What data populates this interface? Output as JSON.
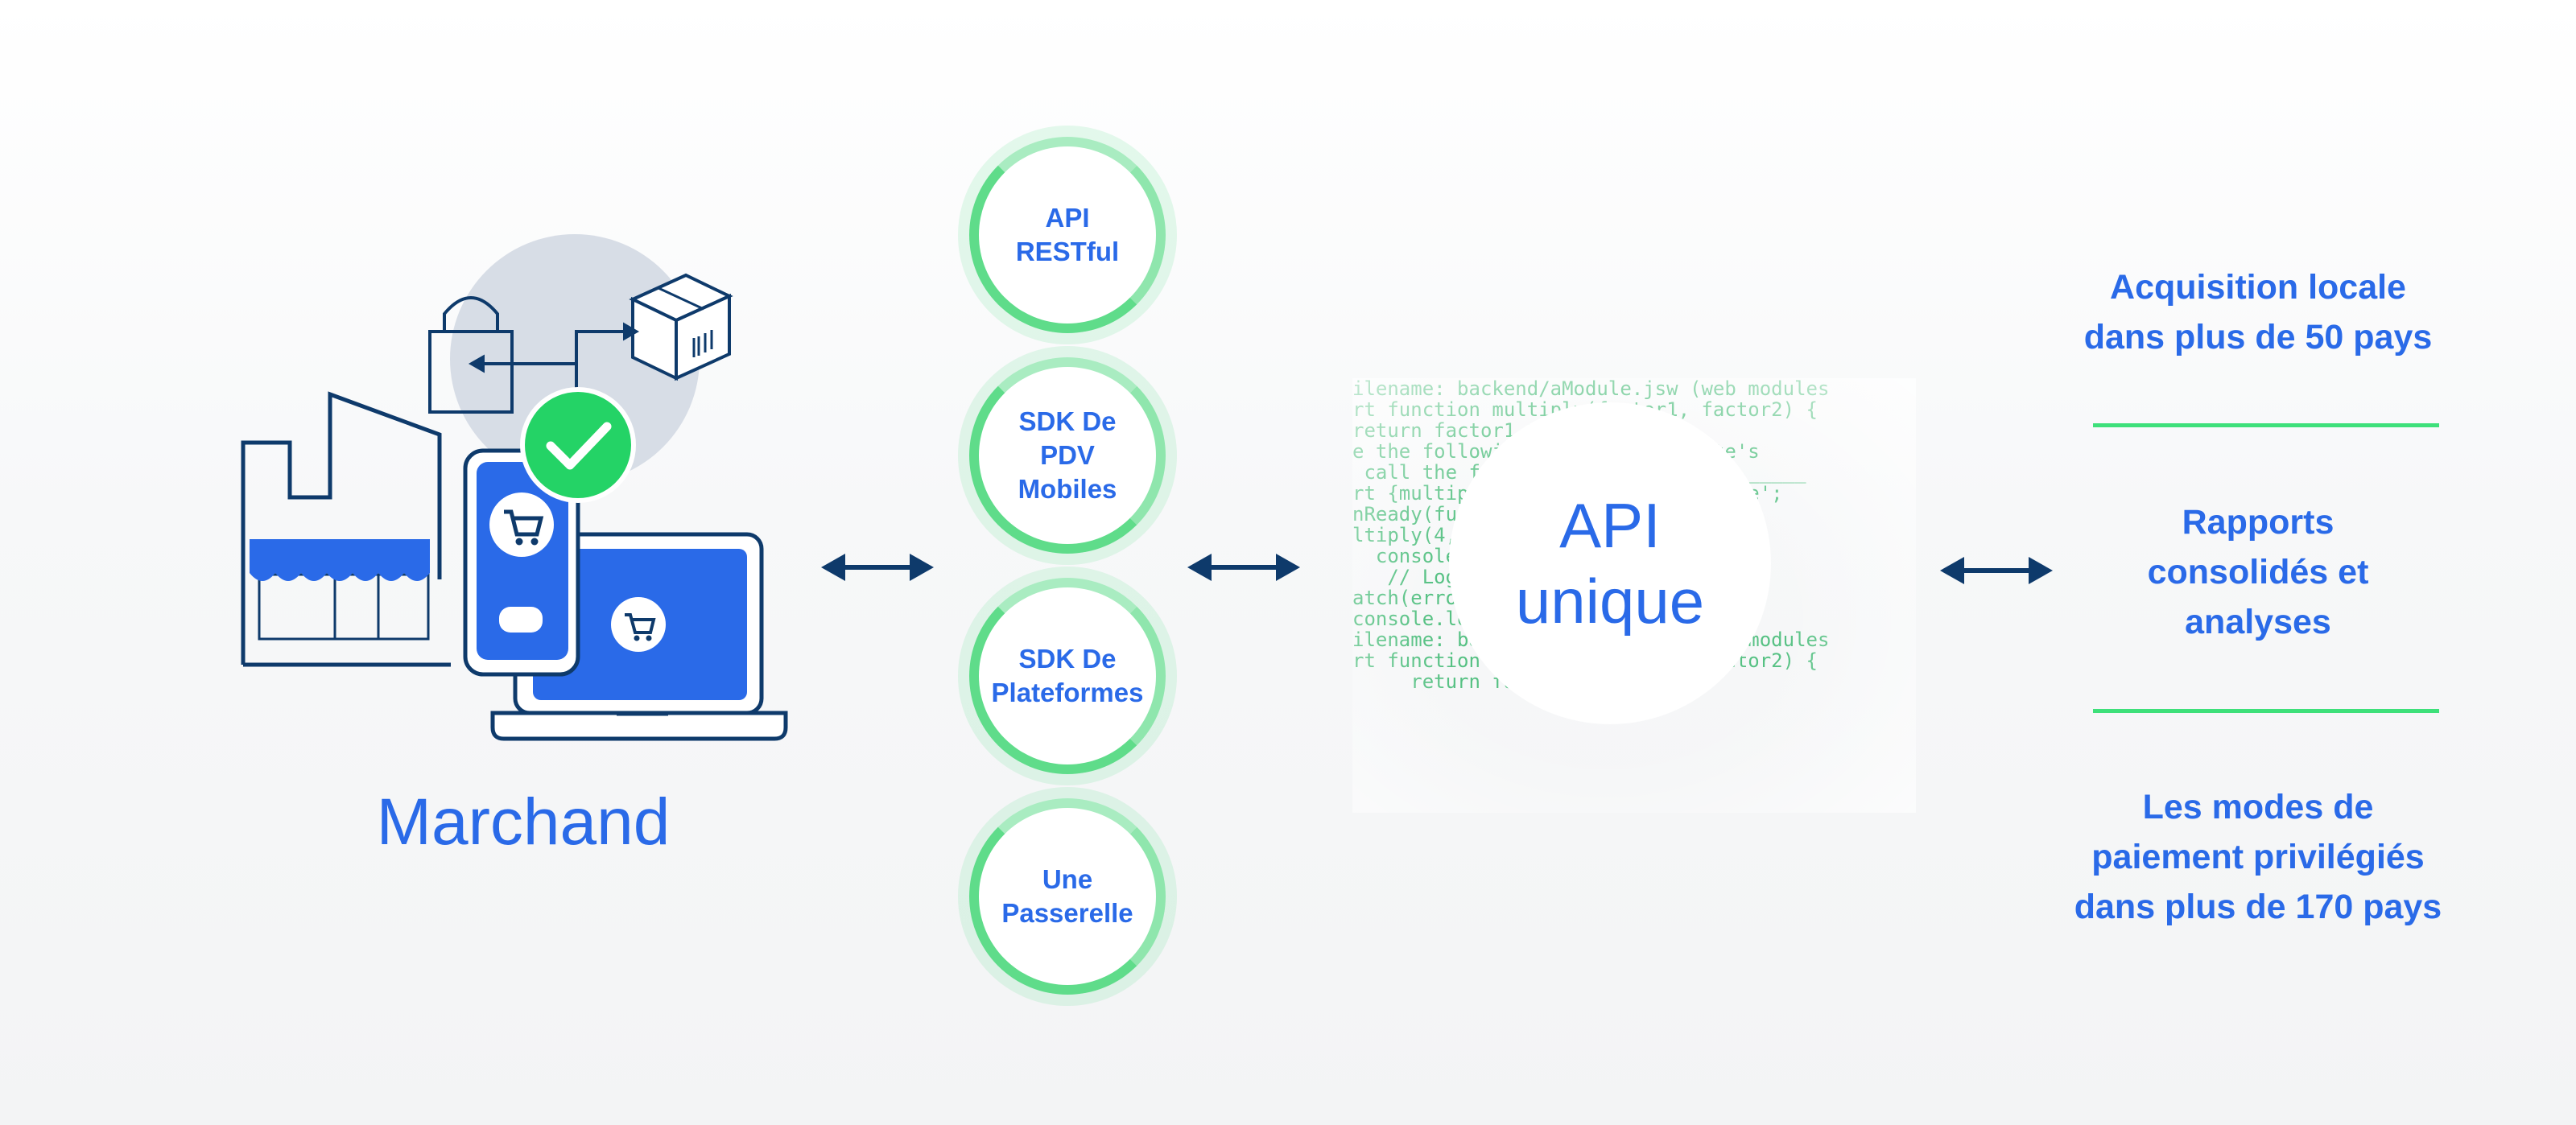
{
  "merchant": {
    "label": "Marchand"
  },
  "integrations": [
    {
      "label": "API\nRESTful"
    },
    {
      "label": "SDK De\nPDV\nMobiles"
    },
    {
      "label": "SDK De\nPlateformes"
    },
    {
      "label": "Une\nPasserelle"
    }
  ],
  "api": {
    "label": "API\nunique"
  },
  "code_lines": [
    "ilename: backend/aModule.jsw (web modules",
    "rt function multiply(factor1, factor2) {",
    "return factor1 * factor2;",
    "",
    "e the following code in your site's",
    " call the function in backend/a________",
    "",
    "rt {multiply} from 'backend/aModule';",
    "",
    "nReady(function () {",
    "",
    "ltiply(4, 5).then(product => {",
    "  console.log(product);",
    "   // Logs: 20",
    "",
    "atch(error => {",
    "console.log(error);",
    "ilename: backend/aModule.jsw (web modules",
    "rt function multiply(factor1, factor2) {",
    "     return factor1 * factor2;"
  ],
  "features": [
    {
      "label": "Acquisition locale\ndans plus de 50 pays"
    },
    {
      "label": "Rapports\nconsolidés et\nanalyses"
    },
    {
      "label": "Les modes de\npaiement privilégiés\ndans plus de 170 pays"
    }
  ],
  "colors": {
    "primary_blue": "#2a6ae8",
    "navy": "#0e3a6b",
    "green": "#5fdc8a",
    "divider_green": "#3ee07a",
    "code_green": "#3bb86f",
    "bubble_gray": "#d7dde6"
  },
  "icons": [
    "shopping-bag-icon",
    "package-box-icon",
    "check-circle-icon",
    "storefront-icon",
    "mobile-phone-icon",
    "laptop-icon",
    "cart-icon",
    "double-arrow-icon"
  ]
}
